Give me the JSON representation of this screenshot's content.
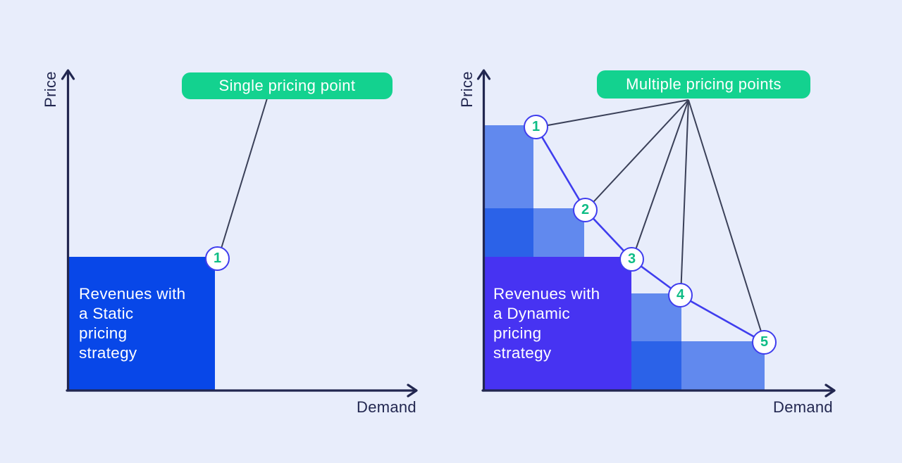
{
  "colors": {
    "bg": "#E8EDFB",
    "navy": "#222750",
    "line": "#3A4058",
    "pill_green": "#13D28F",
    "number_green": "#0EBD85",
    "static_blue": "#0847E8",
    "dynamic_purple": "#4733F2",
    "step_light": "#6189EE",
    "step_dark": "#2B62E8",
    "point_blue": "#3F3DEE"
  },
  "left_chart": {
    "callout": "Single pricing point",
    "y_axis_label": "Price",
    "x_axis_label": "Demand",
    "area_label": "Revenues with\na Static\npricing\nstrategy",
    "points": [
      {
        "label": "1"
      }
    ]
  },
  "right_chart": {
    "callout": "Multiple pricing points",
    "y_axis_label": "Price",
    "x_axis_label": "Demand",
    "area_label": "Revenues with\na Dynamic\npricing\nstrategy",
    "points": [
      {
        "label": "1"
      },
      {
        "label": "2"
      },
      {
        "label": "3"
      },
      {
        "label": "4"
      },
      {
        "label": "5"
      }
    ]
  },
  "chart_data": [
    {
      "type": "area",
      "title": "Single pricing point",
      "xlabel": "Demand",
      "ylabel": "Price",
      "points": [
        {
          "label": "1",
          "demand": 0.42,
          "price": 0.42
        }
      ],
      "annotation": "Revenues with a Static pricing strategy",
      "note": "One price point; revenue shown as a single price x demand rectangle"
    },
    {
      "type": "area",
      "title": "Multiple pricing points",
      "xlabel": "Demand",
      "ylabel": "Price",
      "points": [
        {
          "label": "1",
          "demand": 0.14,
          "price": 0.83
        },
        {
          "label": "2",
          "demand": 0.29,
          "price": 0.57
        },
        {
          "label": "3",
          "demand": 0.42,
          "price": 0.42
        },
        {
          "label": "4",
          "demand": 0.56,
          "price": 0.3
        },
        {
          "label": "5",
          "demand": 0.8,
          "price": 0.15
        }
      ],
      "annotation": "Revenues with a Dynamic pricing strategy",
      "note": "Five price points along the demand curve; revenue shown as stacked price x demand steps"
    }
  ]
}
